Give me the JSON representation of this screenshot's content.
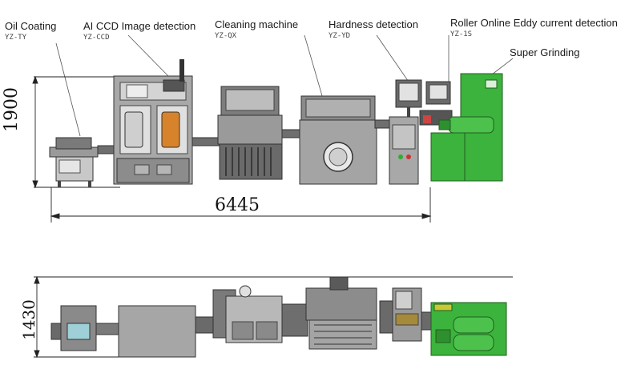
{
  "labels": [
    {
      "name": "Oil Coating",
      "code": "YZ-TY"
    },
    {
      "name": "AI CCD Image detection",
      "code": "YZ-CCD"
    },
    {
      "name": "Cleaning machine",
      "code": "YZ-QX"
    },
    {
      "name": "Hardness detection",
      "code": "YZ-YD"
    },
    {
      "name": "Roller Online Eddy current detection",
      "code": "YZ-1S"
    },
    {
      "name": "Super Grinding",
      "code": ""
    }
  ],
  "dimensions": {
    "height_side": "1900",
    "length": "6445",
    "height_top": "1430"
  },
  "colors": {
    "machine_gray": "#8c8c8c",
    "grinder_green": "#3cb33c",
    "outline": "#333333"
  }
}
